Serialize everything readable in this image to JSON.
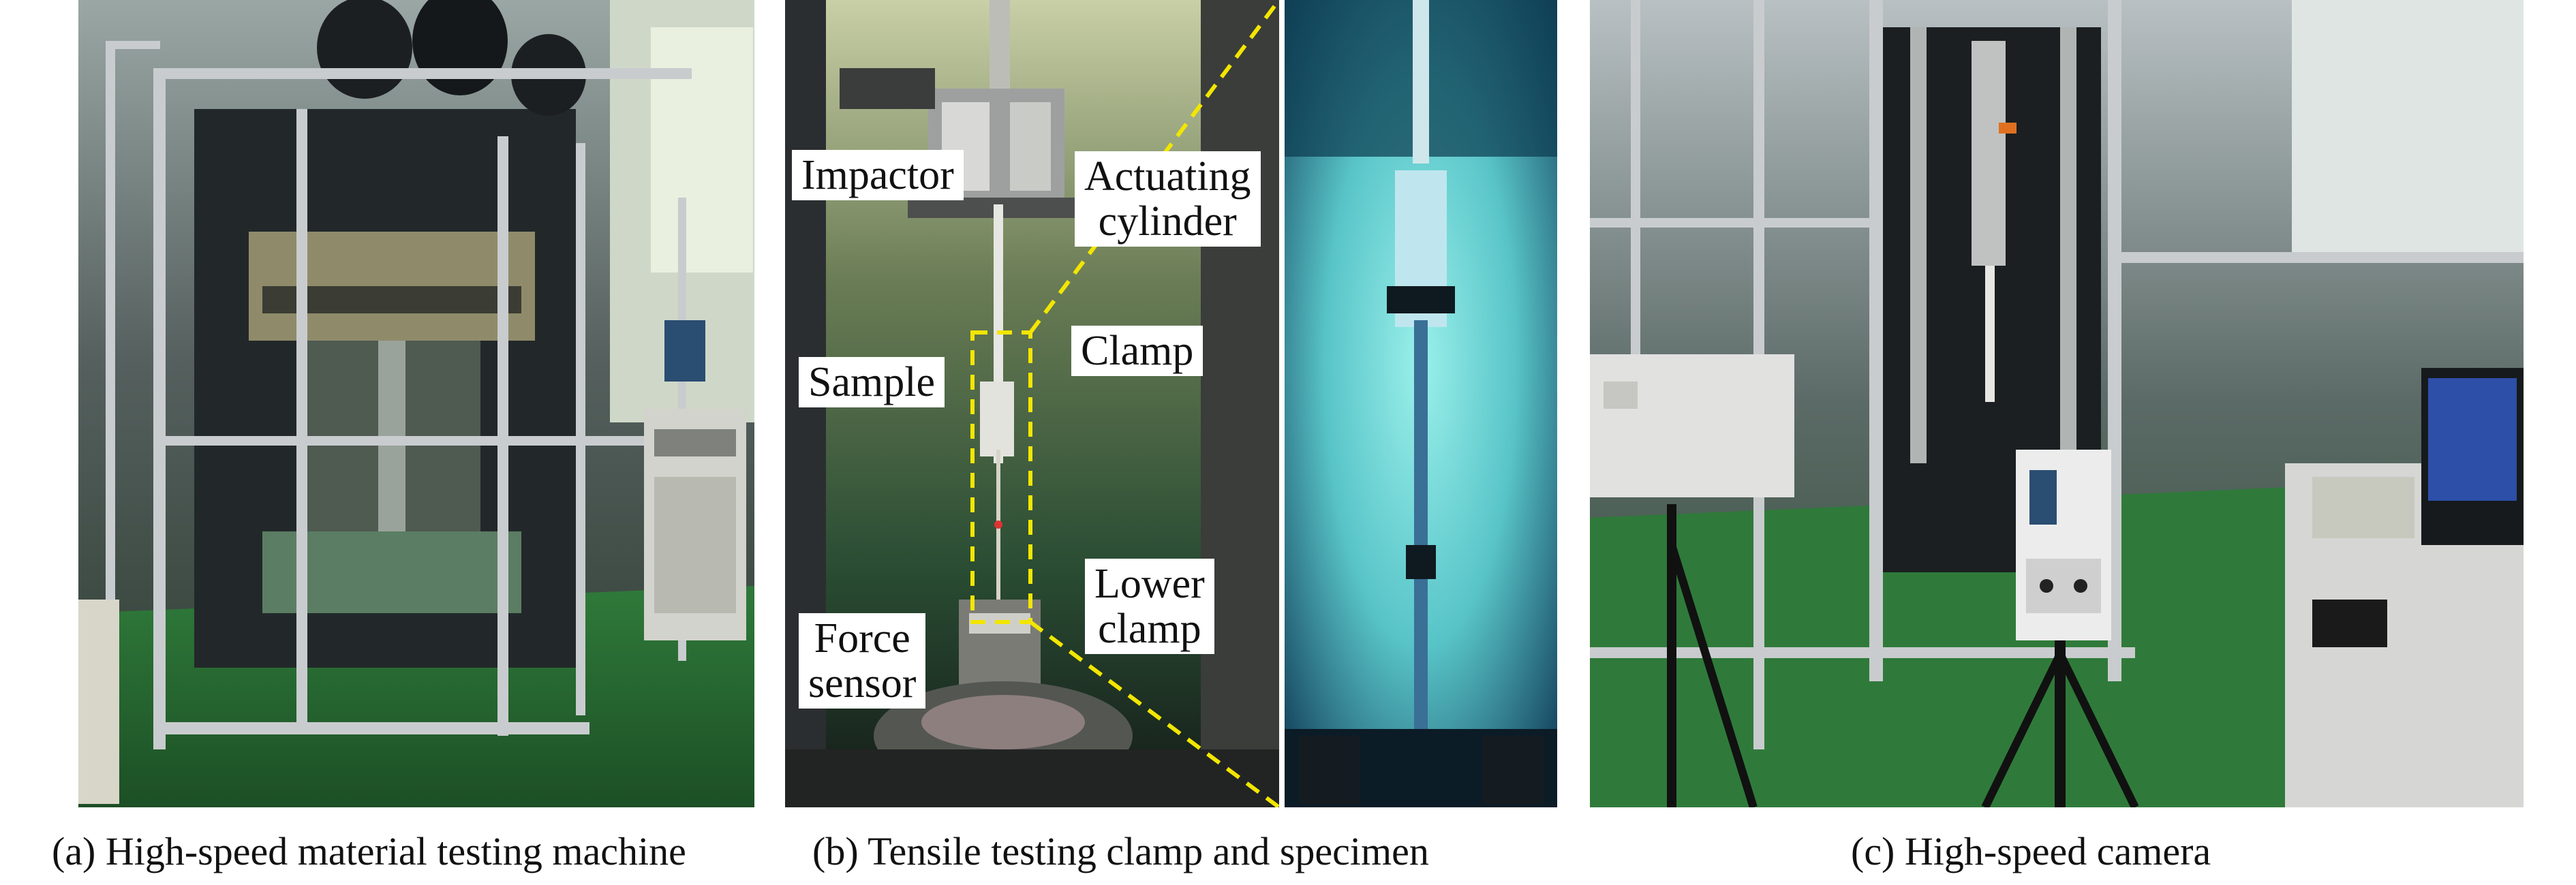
{
  "panels": {
    "a": {
      "caption": "(a) High-speed material testing machine"
    },
    "b": {
      "caption": "(b) Tensile testing clamp and specimen",
      "labels": {
        "impactor": "Impactor",
        "actuating_cylinder_line1": "Actuating",
        "actuating_cylinder_line2": "cylinder",
        "clamp": "Clamp",
        "sample": "Sample",
        "lower_clamp_line1": "Lower",
        "lower_clamp_line2": "clamp",
        "force_sensor_line1": "Force",
        "force_sensor_line2": "sensor"
      }
    },
    "c": {
      "caption": "(c) High-speed camera"
    }
  },
  "colors": {
    "frame_aluminum": "#c9ccce",
    "floor_green": "#2f7a3a",
    "dashed_guide": "#f2e600",
    "specimen_glow": "#7fe6e0",
    "camera_white": "#ececec"
  }
}
